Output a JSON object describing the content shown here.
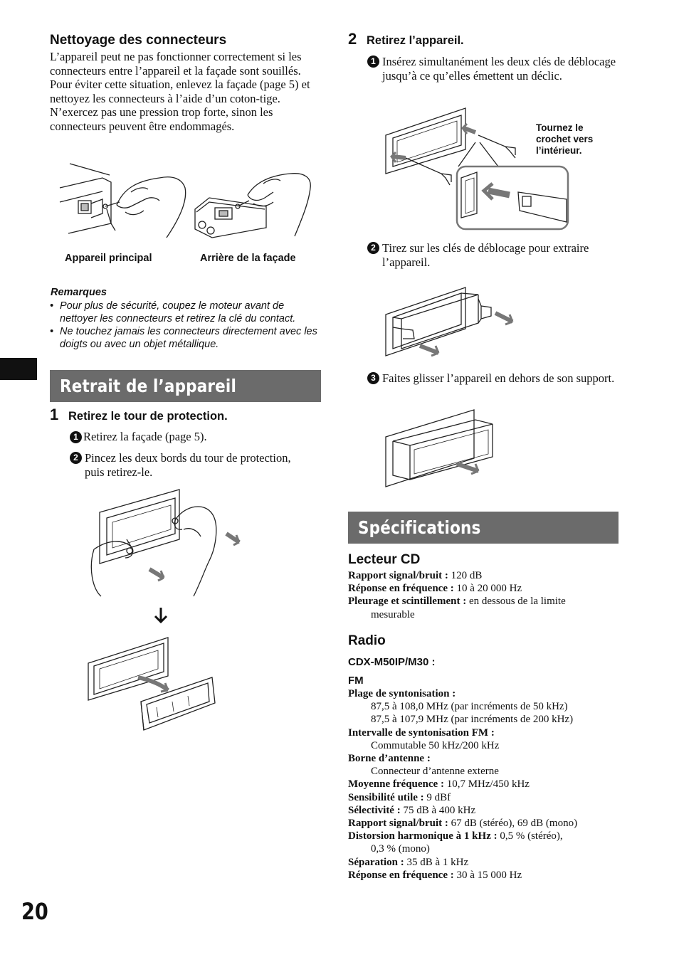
{
  "cleaning": {
    "title": "Nettoyage des connecteurs",
    "text": "L’appareil peut ne pas fonctionner correctement si les connecteurs entre l’appareil et la façade sont souillés. Pour éviter cette situation, enlevez la façade (page 5) et nettoyez les connecteurs à l’aide d’un coton-tige. N’exercez pas une pression trop forte, sinon les connecteurs peuvent être endommagés.",
    "caption_left": "Appareil principal",
    "caption_right": "Arrière de la façade"
  },
  "notes": {
    "title": "Remarques",
    "items": [
      "Pour plus de sécurité, coupez le moteur avant de nettoyer les connecteurs et retirez la clé du contact.",
      "Ne touchez jamais les connecteurs directement avec les doigts ou avec un objet métallique."
    ]
  },
  "removal": {
    "banner": "Retrait de l’appareil",
    "step1": {
      "num": "1",
      "title": "Retirez le tour de protection.",
      "a": "Retirez la façade (page 5).",
      "b": "Pincez les deux bords du tour de protection, puis retirez-le."
    },
    "step2": {
      "num": "2",
      "title": "Retirez l’appareil.",
      "a": "Insérez simultanément les deux clés de déblocage jusqu’à ce qu’elles émettent un déclic.",
      "callout": "Tournez le crochet vers l’intérieur.",
      "b": "Tirez sur les clés de déblocage pour extraire l’appareil.",
      "c": "Faites glisser l’appareil en dehors de son support."
    },
    "markers": [
      "1",
      "2",
      "3"
    ]
  },
  "specs": {
    "banner": "Spécifications",
    "cd": {
      "title": "Lecteur CD",
      "rows": [
        {
          "label": "Rapport signal/bruit :",
          "value": "120 dB"
        },
        {
          "label": "Réponse en fréquence :",
          "value": "10 à 20 000 Hz"
        },
        {
          "label": "Pleurage et scintillement :",
          "value": "en dessous de la limite",
          "cont": "mesurable"
        }
      ]
    },
    "radio": {
      "title": "Radio",
      "model": "CDX-M50IP/M30 :",
      "band": "FM",
      "tuning_label": "Plage de syntonisation :",
      "tuning_1": "87,5 à 108,0 MHz (par incréments de 50 kHz)",
      "tuning_2": "87,5 à 107,9 MHz (par incréments de 200 kHz)",
      "interval_label": "Intervalle de syntonisation FM :",
      "interval_value": "Commutable 50 kHz/200 kHz",
      "antenna_label": "Borne d’antenne :",
      "antenna_value": "Connecteur d’antenne externe",
      "if_label": "Moyenne fréquence :",
      "if_value": "10,7 MHz/450 kHz",
      "sens_label": "Sensibilité utile :",
      "sens_value": "9 dBf",
      "sel_label": "Sélectivité :",
      "sel_value": "75 dB à 400 kHz",
      "snr_label": "Rapport signal/bruit :",
      "snr_value": "67 dB (stéréo), 69 dB (mono)",
      "dist_label": "Distorsion harmonique à 1 kHz :",
      "dist_value": "0,5 % (stéréo),",
      "dist_cont": "0,3 % (mono)",
      "sep_label": "Séparation :",
      "sep_value": "35 dB à 1 kHz",
      "resp_label": "Réponse en fréquence :",
      "resp_value": "30 à 15 000 Hz"
    }
  },
  "page_number": "20",
  "colors": {
    "banner": "#6b6b6b",
    "tab": "#111111",
    "arrow": "#777777"
  }
}
